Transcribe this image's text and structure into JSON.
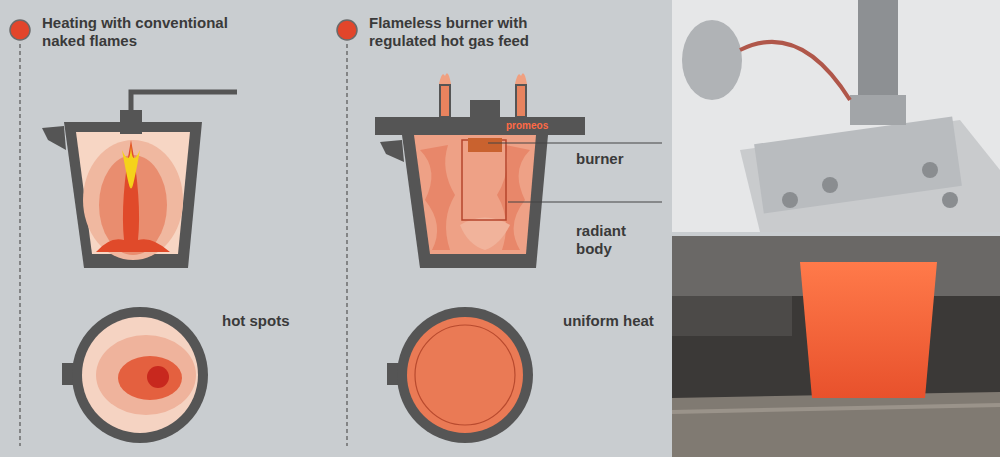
{
  "diagram": {
    "labels": [
      "Heating with conventional naked flames",
      "Flameless burner with regulated hot gas feed",
      "promeos",
      "burner",
      "radiant body",
      "hot spots",
      "uniform heat"
    ]
  }
}
